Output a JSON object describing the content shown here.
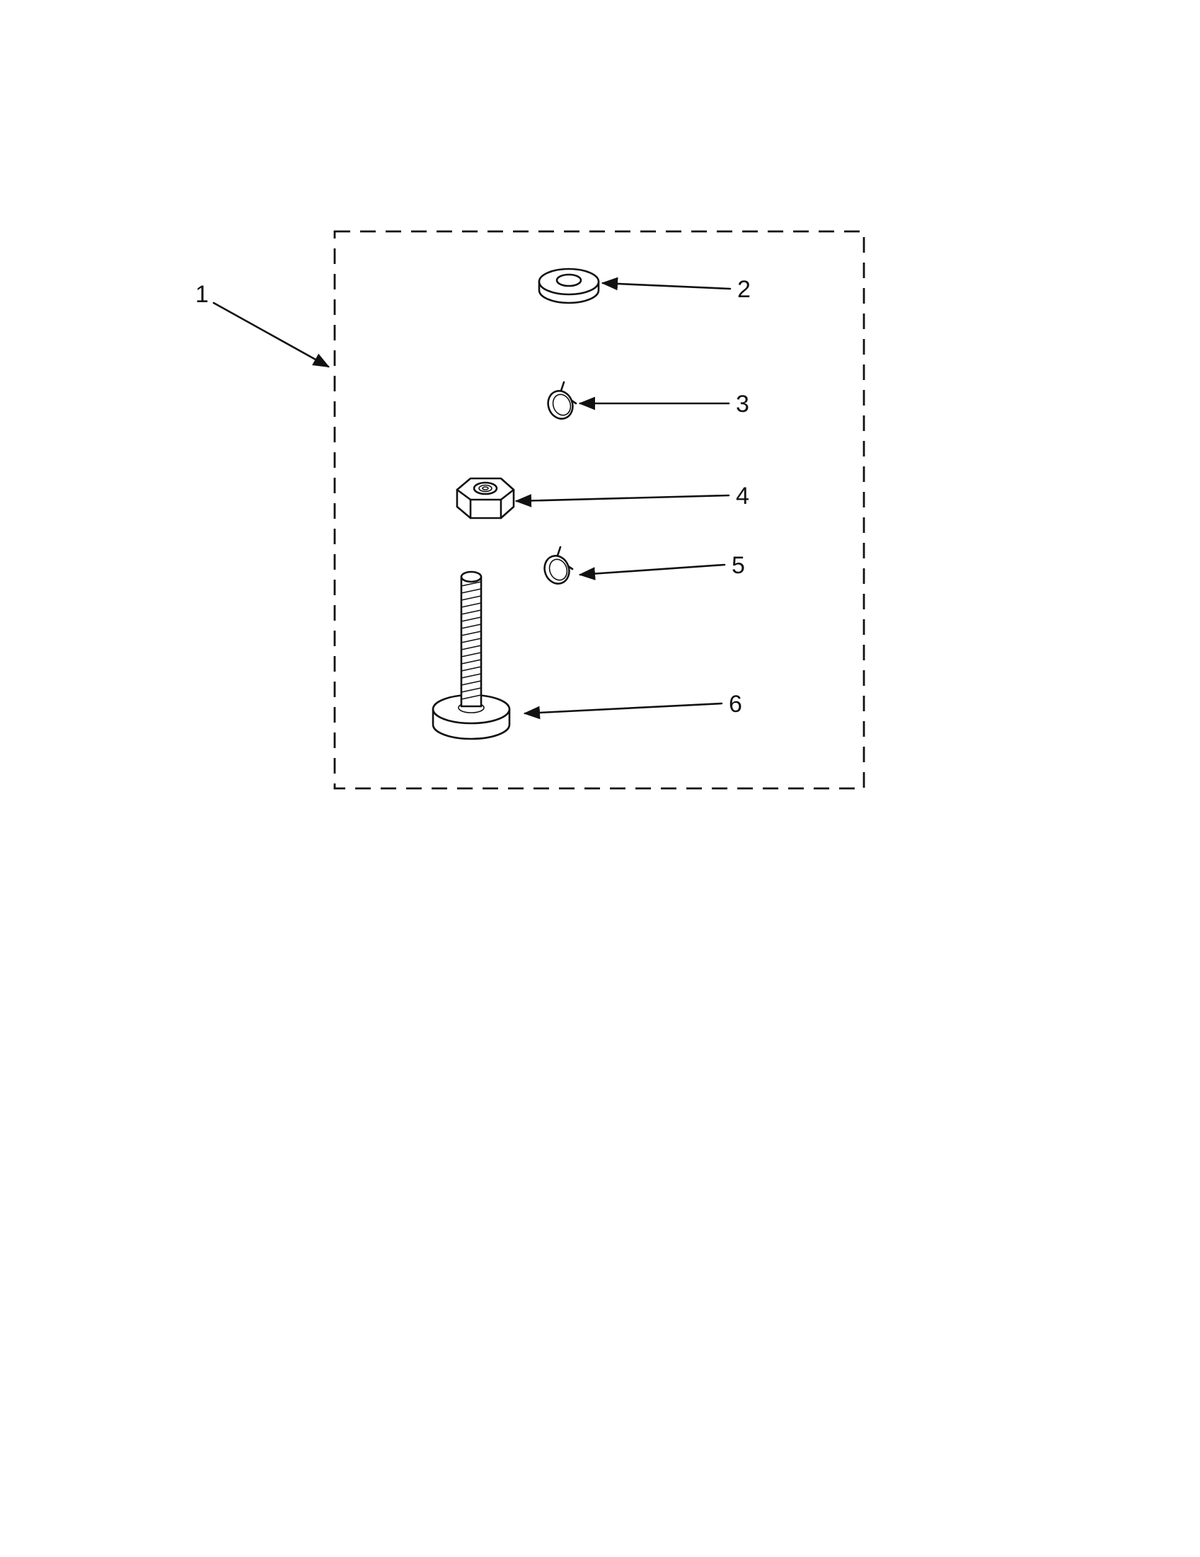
{
  "diagram": {
    "callouts": [
      {
        "id": "1",
        "label": "1"
      },
      {
        "id": "2",
        "label": "2"
      },
      {
        "id": "3",
        "label": "3"
      },
      {
        "id": "4",
        "label": "4"
      },
      {
        "id": "5",
        "label": "5"
      },
      {
        "id": "6",
        "label": "6"
      }
    ],
    "parts": [
      "washer",
      "retaining-clip",
      "hex-nut",
      "retaining-clip",
      "leveling-foot-bolt"
    ],
    "line_color": "#111111",
    "background": "#ffffff"
  }
}
